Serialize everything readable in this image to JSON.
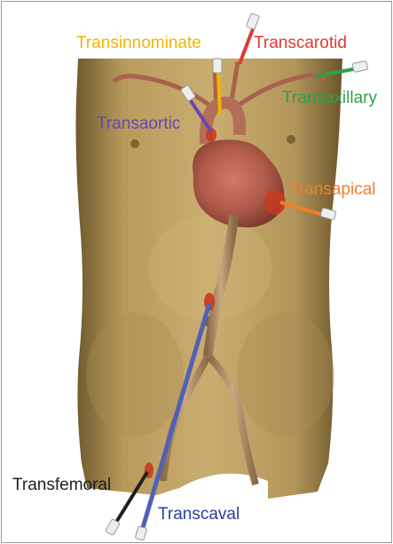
{
  "figure": {
    "labels": [
      {
        "id": "transinnominate",
        "text": "Transinnominate",
        "color": "#f4b400"
      },
      {
        "id": "transcarotid",
        "text": "Transcarotid",
        "color": "#e03a2f"
      },
      {
        "id": "transaxillary",
        "text": "Transaxillary",
        "color": "#2fa04a"
      },
      {
        "id": "transaortic",
        "text": "Transaortic",
        "color": "#6a45b5"
      },
      {
        "id": "transapical",
        "text": "Transapical",
        "color": "#ef7f2a"
      },
      {
        "id": "transfemoral",
        "text": "Transfemoral",
        "color": "#1e1e1e"
      },
      {
        "id": "transcaval",
        "text": "Transcaval",
        "color": "#2a3f9e"
      }
    ]
  }
}
